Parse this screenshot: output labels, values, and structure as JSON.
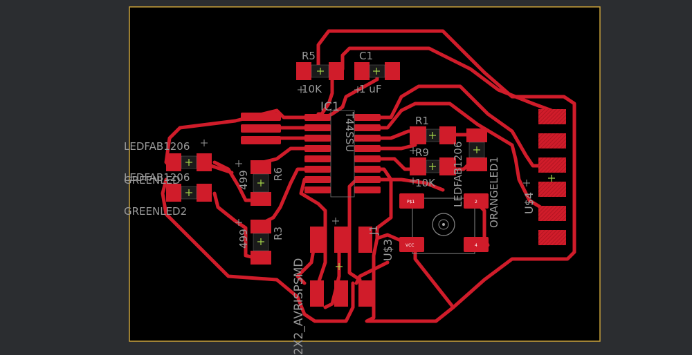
{
  "board": {
    "background": "#000000",
    "outline_color": "#c9a23a",
    "copper_color": "#d01c2a",
    "silk_color": "#9a9a9a"
  },
  "labels": {
    "r5": "R5",
    "r5_value": "10K",
    "c1": "C1",
    "c1_value": "1 uF",
    "ic1": "IC1",
    "ic1_part": "T44SSU",
    "r1": "R1",
    "r1_alt": "R9",
    "r1_value": "10K",
    "led_fab_top": "LEDFAB1206",
    "led_fab_mid": "LEDFAB1206",
    "green_led_mid": "GREENLED",
    "green_led2": "GREENLED2",
    "r6": "R6",
    "r6_value": "499",
    "r3": "R3",
    "r3_value": "499",
    "led_fab_right": "LEDFAB1206",
    "orange_led": "ORANGELED1",
    "u4": "U$4",
    "u3": "U$3",
    "avrisp": "2X2_AVRISPSMD",
    "jumper": "J1",
    "pin_p1": "P$1",
    "pin_p2": "2",
    "pin_vcc": "VCC",
    "pin_4": "4"
  }
}
